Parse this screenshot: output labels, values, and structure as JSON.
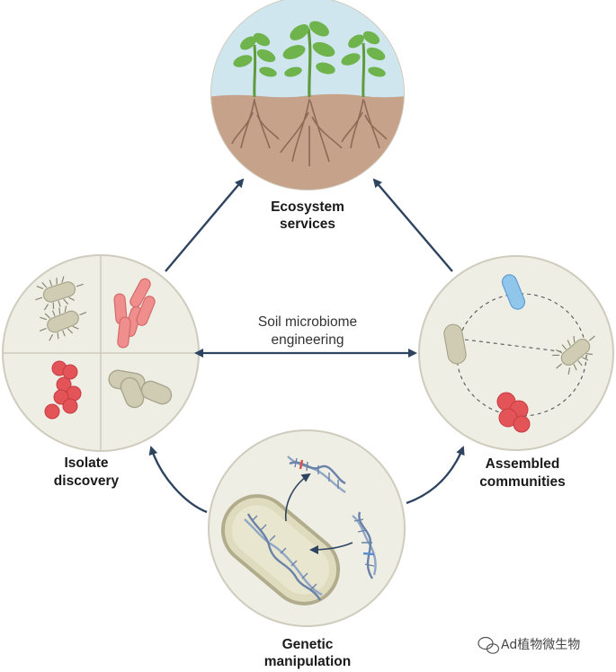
{
  "nodes": {
    "top": {
      "label_line1": "Ecosystem",
      "label_line2": "services"
    },
    "left": {
      "label_line1": "Isolate",
      "label_line2": "discovery"
    },
    "right": {
      "label_line1": "Assembled",
      "label_line2": "communities"
    },
    "bottom": {
      "label_line1": "Genetic",
      "label_line2": "manipulation"
    }
  },
  "center": {
    "line1": "Soil microbiome",
    "line2": "engineering"
  },
  "watermark": {
    "text": "Ad植物微生物",
    "icon": "wechat-icon"
  },
  "colors": {
    "arrow": "#2f4460",
    "circle_fill": "#efeee5",
    "circle_stroke": "#cfcbbd",
    "sky": "#cfe6ef",
    "soil": "#c7a28a",
    "leaf": "#6fb34d",
    "stem": "#5f9a3c",
    "root": "#8c6a55",
    "rod_tan": "#cfccb3",
    "rod_pink": "#ef8e8c",
    "coccus_red": "#e25458",
    "rod_blue": "#8fc6ea"
  }
}
